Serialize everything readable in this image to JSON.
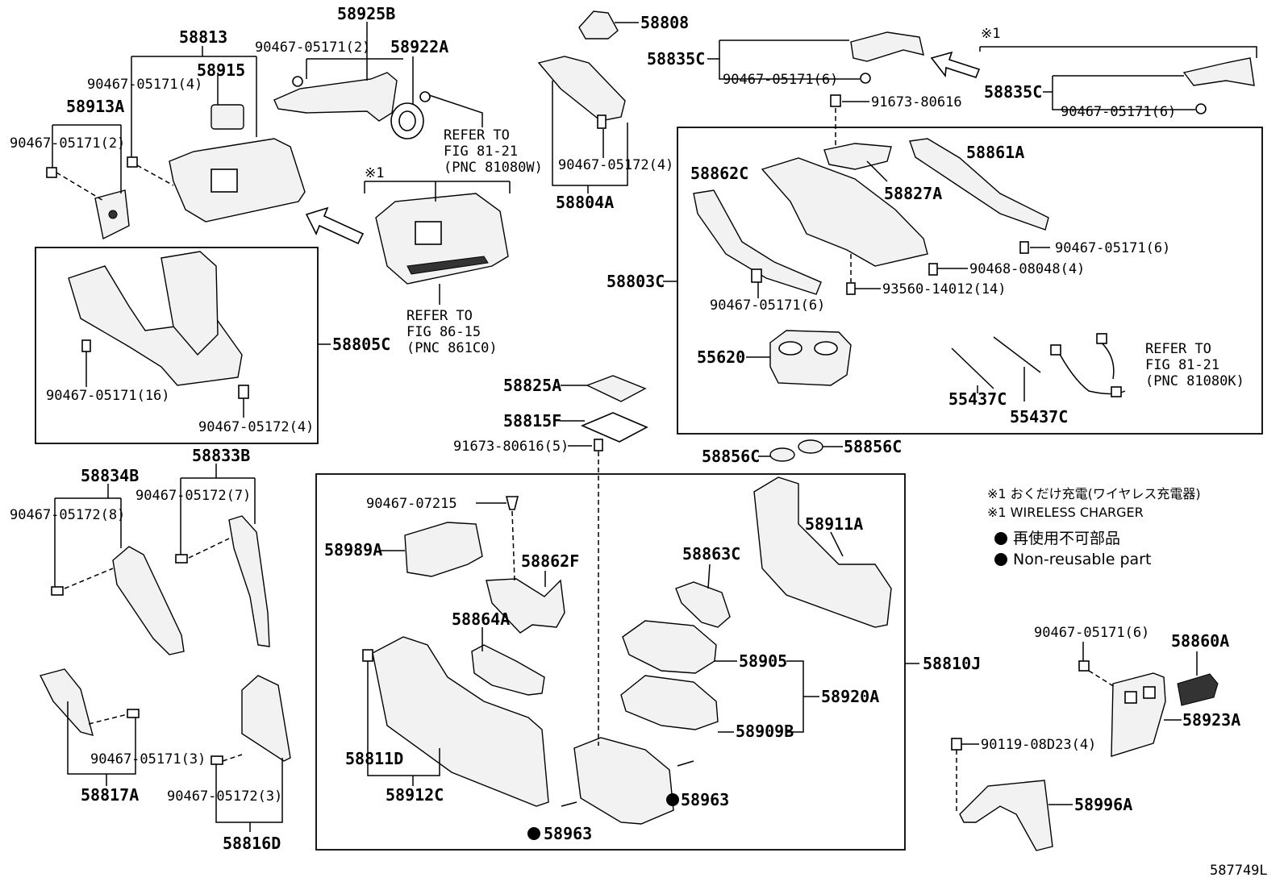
{
  "labels": {
    "p58925B": "58925B",
    "p58813": "58813",
    "p58915": "58915",
    "p58913A": "58913A",
    "p58922A": "58922A",
    "p90467_05171_2a": "90467-05171(2)",
    "p90467_05171_4": "90467-05171(4)",
    "p90467_05171_2b": "90467-05171(2)",
    "p58808": "58808",
    "p58804A": "58804A",
    "p90467_05172_4a": "90467-05172(4)",
    "p58835C_a": "58835C",
    "p90467_05171_6a": "90467-05171(6)",
    "p58835C_b": "58835C",
    "p90467_05171_6b": "90467-05171(6)",
    "p91673_80616": "91673-80616",
    "p58861A": "58861A",
    "p58862C": "58862C",
    "p58827A": "58827A",
    "p90467_05171_6c": "90467-05171(6)",
    "p90468_08048_4": "90468-08048(4)",
    "p93560_14012_14": "93560-14012(14)",
    "p90467_05171_6d": "90467-05171(6)",
    "p58803C": "58803C",
    "p55620": "55620",
    "p55437C_a": "55437C",
    "p55437C_b": "55437C",
    "p58805C": "58805C",
    "p90467_05171_16": "90467-05171(16)",
    "p90467_05172_4b": "90467-05172(4)",
    "p58825A": "58825A",
    "p58815F": "58815F",
    "p91673_80616_5": "91673-80616(5)",
    "p58856C_a": "58856C",
    "p58856C_b": "58856C",
    "p58834B": "58834B",
    "p58833B": "58833B",
    "p90467_05172_8": "90467-05172(8)",
    "p90467_05172_7": "90467-05172(7)",
    "p90467_05171_3": "90467-05171(3)",
    "p58817A": "58817A",
    "p90467_05172_3": "90467-05172(3)",
    "p58816D": "58816D",
    "p90467_07215": "90467-07215",
    "p58989A": "58989A",
    "p58862F": "58862F",
    "p58864A": "58864A",
    "p58811D": "58811D",
    "p58912C": "58912C",
    "p58963_a": "58963",
    "p58963_b": "58963",
    "p58911A": "58911A",
    "p58863C": "58863C",
    "p58905": "58905",
    "p58920A": "58920A",
    "p58909B": "58909B",
    "p58810J": "58810J",
    "p90467_05171_6e": "90467-05171(6)",
    "p58860A": "58860A",
    "p58923A": "58923A",
    "p90119_08D23_4": "90119-08D23(4)",
    "p58996A": "58996A"
  },
  "refs": {
    "r1": [
      "REFER TO",
      "FIG 81-21",
      "(PNC 81080W)"
    ],
    "r2": [
      "REFER TO",
      "FIG 86-15",
      "(PNC 861C0)"
    ],
    "r3": [
      "REFER TO",
      "FIG 81-21",
      "(PNC 81080K)"
    ]
  },
  "marks": {
    "m1a": "※1",
    "m1b": "※1"
  },
  "legend": {
    "jp_charger": "※1 おくだけ充電(ワイヤレス充電器)",
    "en_charger": "※1 WIRELESS CHARGER",
    "jp_nonreuse": "再使用不可部品",
    "en_nonreuse": "Non-reusable part"
  },
  "diagram_id": "587749L"
}
